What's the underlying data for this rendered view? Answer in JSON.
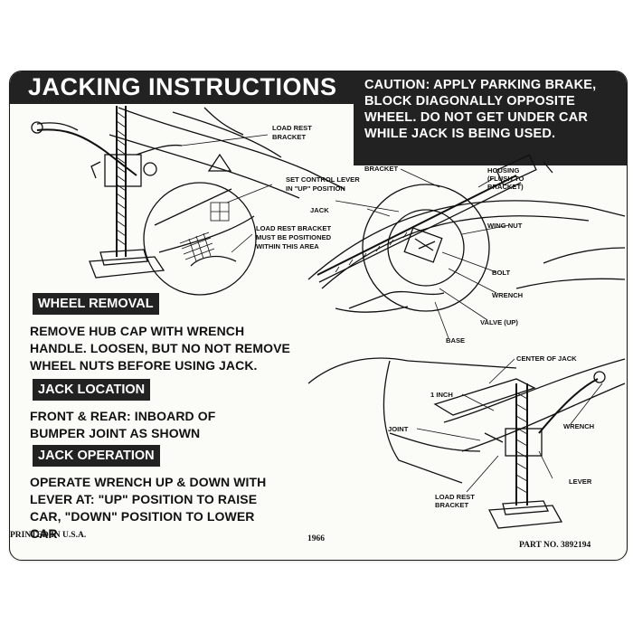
{
  "title": "JACKING INSTRUCTIONS",
  "caution": "CAUTION: APPLY PARKING BRAKE, BLOCK DIAGONALLY OPPOSITE WHEEL. DO NOT GET UNDER CAR WHILE JACK IS BEING USED.",
  "sections": {
    "wheel_removal": {
      "heading": "WHEEL REMOVAL",
      "text": "REMOVE HUB CAP WITH WRENCH HANDLE. LOOSEN, BUT NO NOT REMOVE WHEEL NUTS BEFORE USING JACK."
    },
    "jack_location": {
      "heading": "JACK LOCATION",
      "text": "FRONT & REAR: INBOARD OF BUMPER JOINT AS SHOWN"
    },
    "jack_operation": {
      "heading": "JACK OPERATION",
      "text": "OPERATE WRENCH UP & DOWN WITH LEVER AT: \"UP\" POSITION TO RAISE CAR, \"DOWN\" POSITION TO LOWER CAR"
    }
  },
  "diagram_labels": {
    "load_rest_bracket_top": [
      "LOAD REST",
      "BRACKET"
    ],
    "set_control_lever": [
      "SET CONTROL LEVER",
      "IN \"UP\" POSITION"
    ],
    "jack": "JACK",
    "load_rest_note": [
      "LOAD REST BRACKET",
      "MUST BE POSITIONED",
      "WITHIN THIS AREA"
    ],
    "bracket": "BRACKET",
    "housing": [
      "HOUSING",
      "(FLUSH TO",
      "BRACKET)"
    ],
    "wing_nut": "WING NUT",
    "bolt": "BOLT",
    "wrench": "WRENCH",
    "valve_up": "VALVE (UP)",
    "base": "BASE",
    "center_of_jack": "CENTER OF JACK",
    "one_inch": "1 INCH",
    "joint": "JOINT",
    "wrench_2": "WRENCH",
    "lever": "LEVER",
    "load_rest_bracket_bottom": [
      "LOAD REST",
      "BRACKET"
    ]
  },
  "footer": {
    "printed": "PRINTED IN U.S.A.",
    "year": "1966",
    "part_no": "PART NO. 3892194"
  }
}
